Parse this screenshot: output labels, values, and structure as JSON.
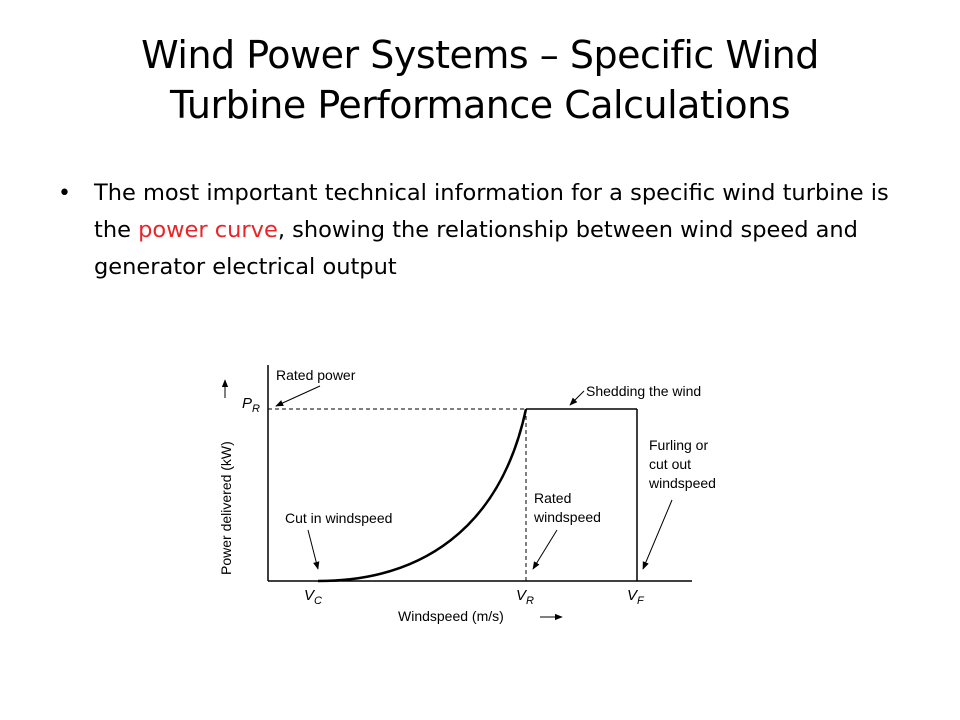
{
  "slide": {
    "title_line1": "Wind Power Systems – Specific Wind",
    "title_line2": "Turbine Performance Calculations",
    "bullet": {
      "text_before": "The most important technical information for a specific wind turbine is the ",
      "highlight": "power curve",
      "text_after": ", showing the relationship between wind speed and generator electrical output",
      "highlight_color": "#e8252a"
    }
  },
  "diagram": {
    "y_axis_label": "Power delivered (kW)",
    "x_axis_label": "Windspeed (m/s)",
    "pr_main": "P",
    "pr_sub": "R",
    "vc_main": "V",
    "vc_sub": "C",
    "vr_main": "V",
    "vr_sub": "R",
    "vf_main": "V",
    "vf_sub": "F",
    "annotations": {
      "rated_power": "Rated power",
      "shedding": "Shedding the wind",
      "furling_1": "Furling or",
      "furling_2": "cut out",
      "furling_3": "windspeed",
      "cut_in": "Cut in windspeed",
      "rated_ws_1": "Rated",
      "rated_ws_2": "windspeed"
    }
  }
}
